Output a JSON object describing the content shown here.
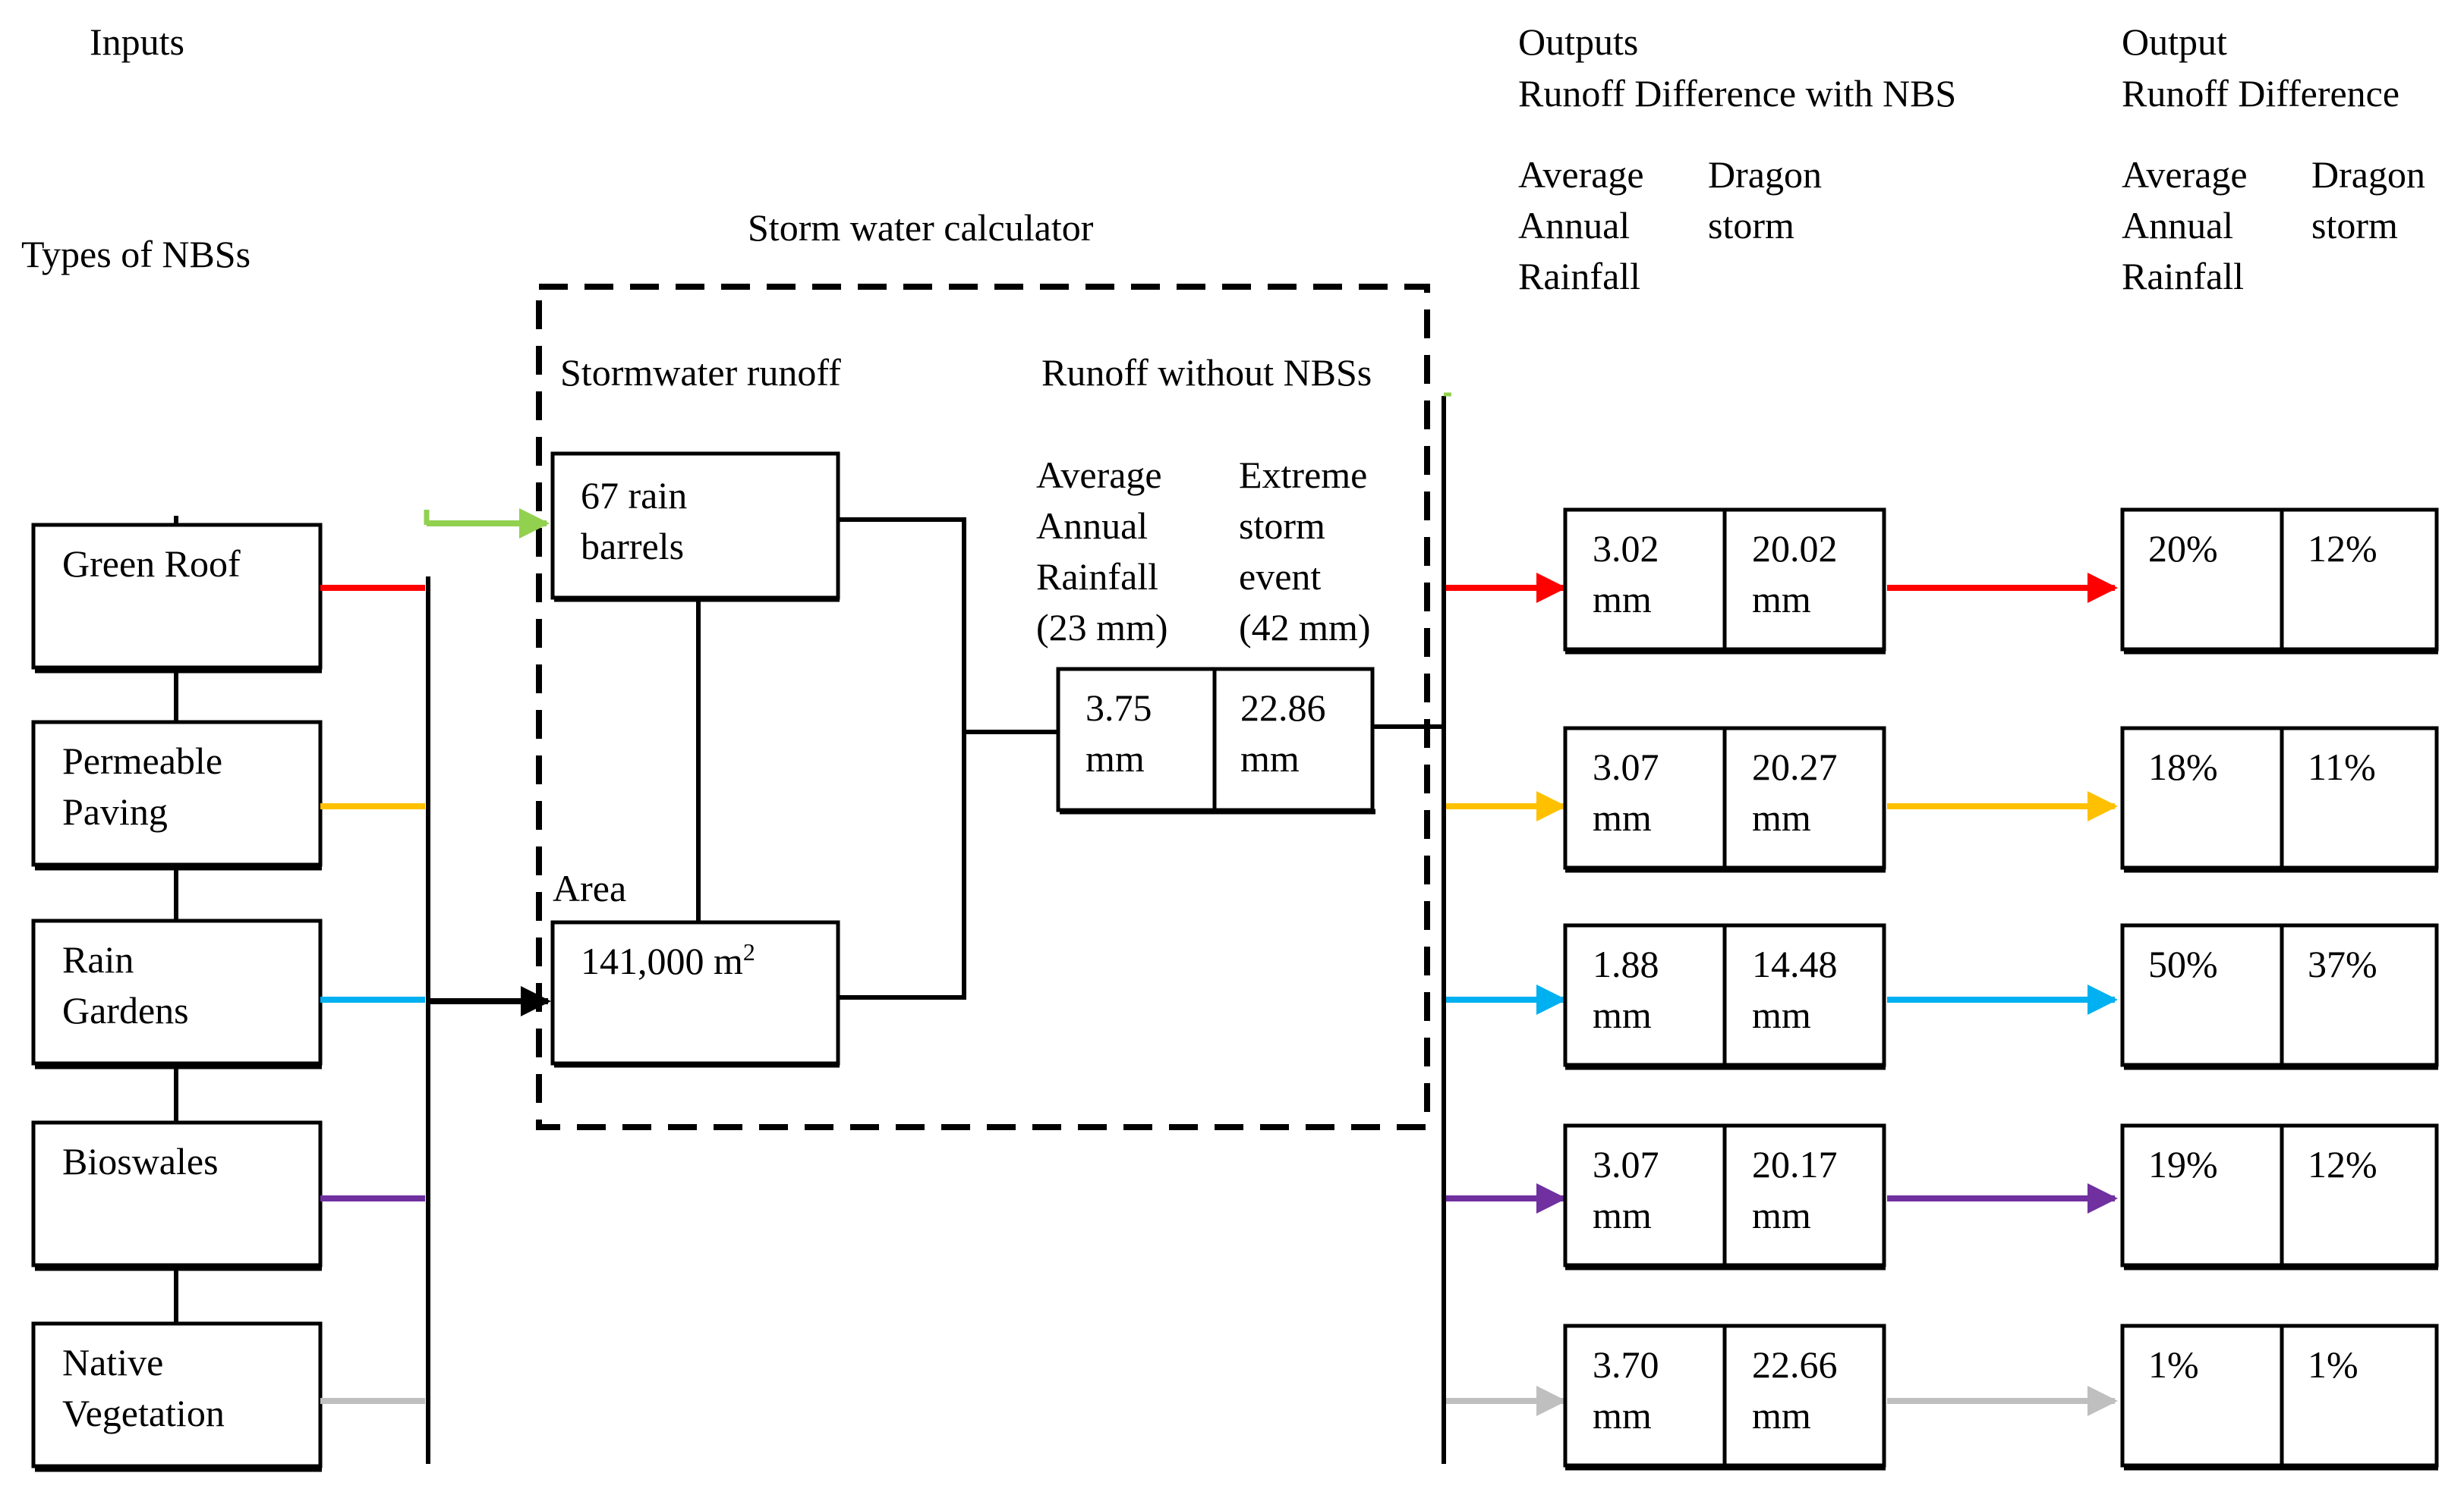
{
  "headers": {
    "inputs": "Inputs",
    "types_of_nbs": "Types of NBSs",
    "calculator": "Storm water calculator",
    "stormwater_runoff": "Stormwater runoff",
    "runoff_without_nbs": "Runoff without NBSs",
    "outputs": "Outputs",
    "outputs_sub": "Runoff Difference with NBS",
    "output": "Output",
    "output_sub": "Runoff Difference"
  },
  "calculator": {
    "barrels_line1": "67 rain",
    "barrels_line2": "barrels",
    "area_label": "Area",
    "area_value": "141,000  m",
    "area_sup": "2",
    "col1_head": [
      "Average",
      "Annual",
      "Rainfall",
      "(23 mm)"
    ],
    "col2_head": [
      "Extreme",
      "storm",
      "event",
      "(42 mm)"
    ],
    "baseline_avg": [
      "3.75",
      "mm"
    ],
    "baseline_storm": [
      "22.86",
      "mm"
    ]
  },
  "output_col_heads": {
    "avg": [
      "Average",
      "Annual",
      "Rainfall"
    ],
    "storm": [
      "Dragon",
      "storm"
    ]
  },
  "nbs_types": [
    {
      "name": [
        "Green Roof"
      ],
      "color": "#ff0000",
      "avg_mm": [
        "3.02",
        "mm"
      ],
      "storm_mm": [
        "20.02",
        "mm"
      ],
      "avg_pct": "20%",
      "storm_pct": "12%"
    },
    {
      "name": [
        "Permeable",
        "Paving"
      ],
      "color": "#ffc000",
      "avg_mm": [
        "3.07",
        "mm"
      ],
      "storm_mm": [
        "20.27",
        "mm"
      ],
      "avg_pct": "18%",
      "storm_pct": "11%"
    },
    {
      "name": [
        "Rain",
        "Gardens"
      ],
      "color": "#00b0f0",
      "avg_mm": [
        "1.88",
        "mm"
      ],
      "storm_mm": [
        "14.48",
        "mm"
      ],
      "avg_pct": "50%",
      "storm_pct": "37%"
    },
    {
      "name": [
        "Bioswales"
      ],
      "color": "#7030a0",
      "avg_mm": [
        "3.07",
        "mm"
      ],
      "storm_mm": [
        "20.17",
        "mm"
      ],
      "avg_pct": "19%",
      "storm_pct": "12%"
    },
    {
      "name": [
        "Native",
        "Vegetation"
      ],
      "color": "#bfbfbf",
      "avg_mm": [
        "3.70",
        "mm"
      ],
      "storm_mm": [
        "22.66",
        "mm"
      ],
      "avg_pct": "1%",
      "storm_pct": "1%"
    }
  ],
  "colors": {
    "barrel_arrow": "#92d050",
    "line": "#000000"
  }
}
